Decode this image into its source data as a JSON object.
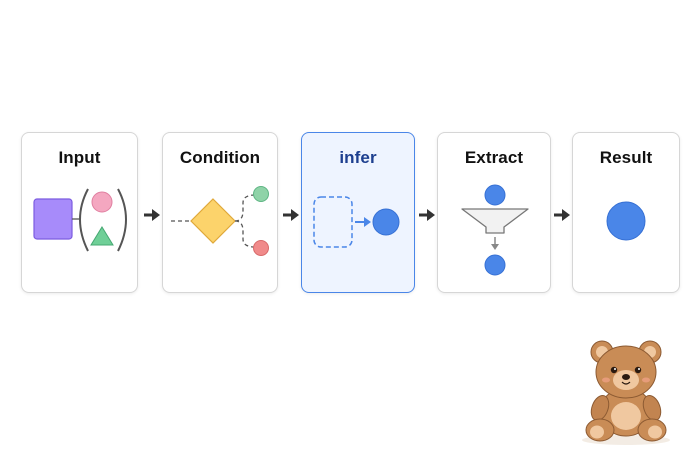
{
  "stages": [
    {
      "title": "Input",
      "active": false
    },
    {
      "title": "Condition",
      "active": false
    },
    {
      "title": "infer",
      "active": true
    },
    {
      "title": "Extract",
      "active": false
    },
    {
      "title": "Result",
      "active": false
    }
  ],
  "colors": {
    "card_border": "#d6d6d6",
    "active_border": "#4a86e8",
    "active_fill": "#eef4ff",
    "blue": "#4a86e8",
    "purple": "#a78bfa",
    "pink": "#f4a7c0",
    "green_tri": "#6fcf97",
    "diamond": "#fcd36b",
    "green_dot": "#8fd3a8",
    "red_dot": "#f08a8a",
    "arrow": "#333333"
  }
}
